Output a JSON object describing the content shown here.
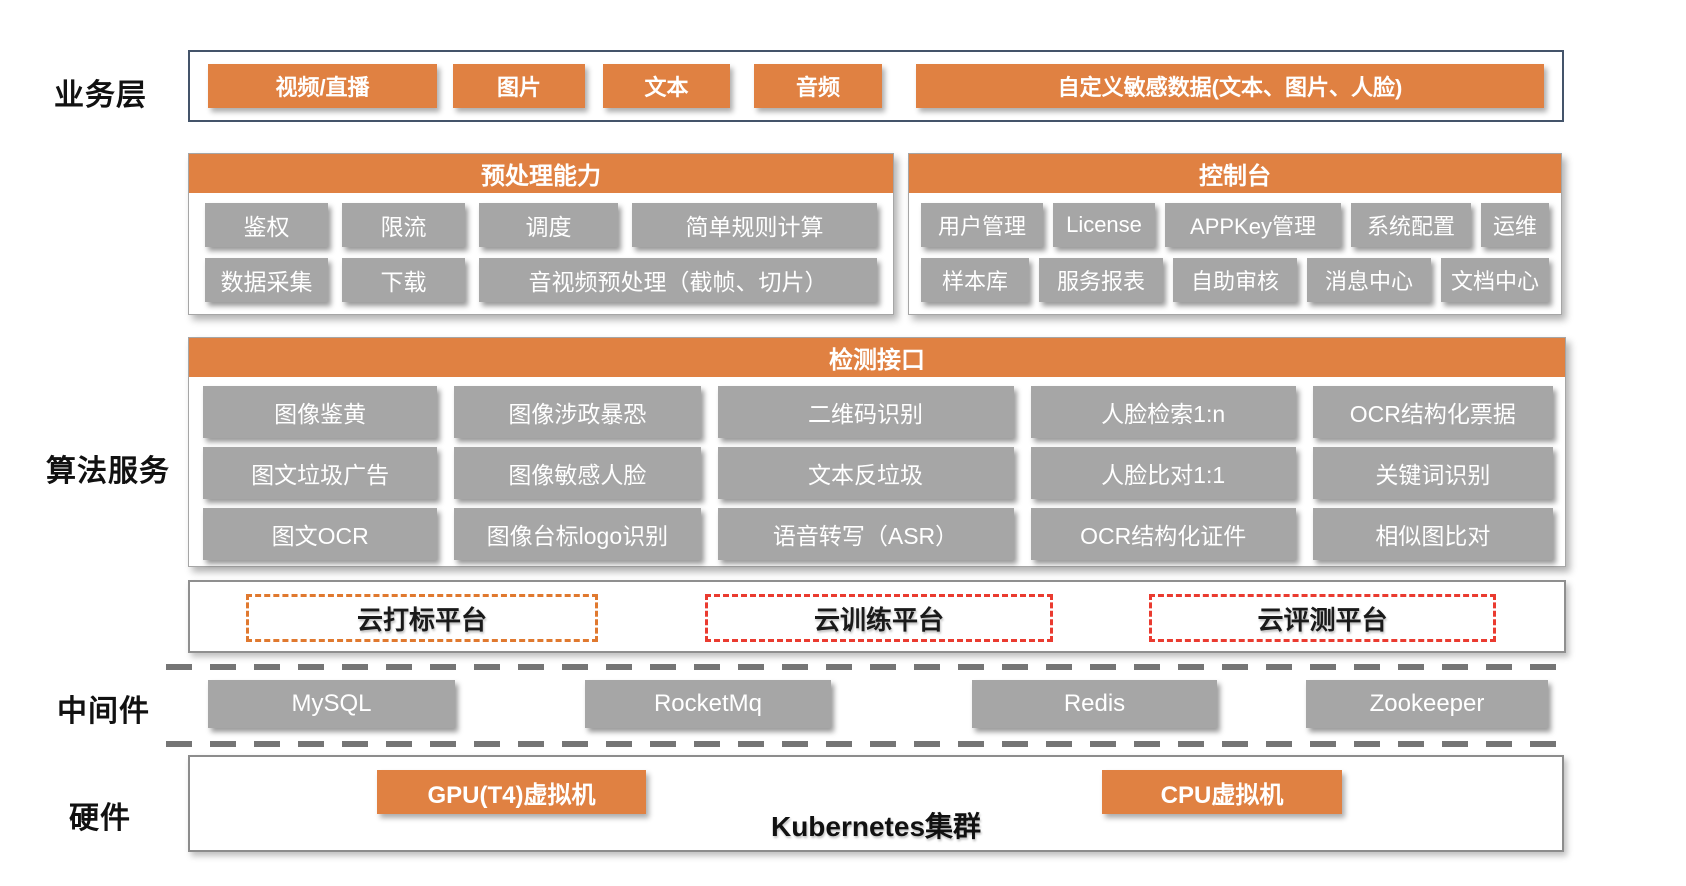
{
  "business": {
    "label": "业务层",
    "items": [
      "视频/直播",
      "图片",
      "文本",
      "音频",
      "自定义敏感数据(文本、图片、人脸)"
    ]
  },
  "preprocess": {
    "title": "预处理能力",
    "row1": [
      "鉴权",
      "限流",
      "调度",
      "简单规则计算"
    ],
    "row2": [
      "数据采集",
      "下载",
      "音视频预处理（截帧、切片）"
    ]
  },
  "console": {
    "title": "控制台",
    "row1": [
      "用户管理",
      "License",
      "APPKey管理",
      "系统配置",
      "运维"
    ],
    "row2": [
      "样本库",
      "服务报表",
      "自助审核",
      "消息中心",
      "文档中心"
    ]
  },
  "algorithm": {
    "label": "算法服务",
    "title": "检测接口",
    "cells": [
      "图像鉴黄",
      "图像涉政暴恐",
      "二维码识别",
      "人脸检索1:n",
      "OCR结构化票据",
      "图文垃圾广告",
      "图像敏感人脸",
      "文本反垃圾",
      "人脸比对1:1",
      "关键词识别",
      "图文OCR",
      "图像台标logo识别",
      "语音转写（ASR）",
      "OCR结构化证件",
      "相似图比对"
    ]
  },
  "platforms": {
    "items": [
      "云打标平台",
      "云训练平台",
      "云评测平台"
    ]
  },
  "middleware": {
    "label": "中间件",
    "items": [
      "MySQL",
      "RocketMq",
      "Redis",
      "Zookeeper"
    ]
  },
  "hardware": {
    "label": "硬件",
    "gpu": "GPU(T4)虚拟机",
    "cpu": "CPU虚拟机",
    "cluster": "Kubernetes集群"
  },
  "colors": {
    "orange": "#E08142",
    "gray": "#A6A6A6",
    "blue_border": "#44546A",
    "divider_gray": "#757575",
    "platform_dashed_orange": "#E0792F",
    "platform_dashed_red": "#EA3B30"
  }
}
